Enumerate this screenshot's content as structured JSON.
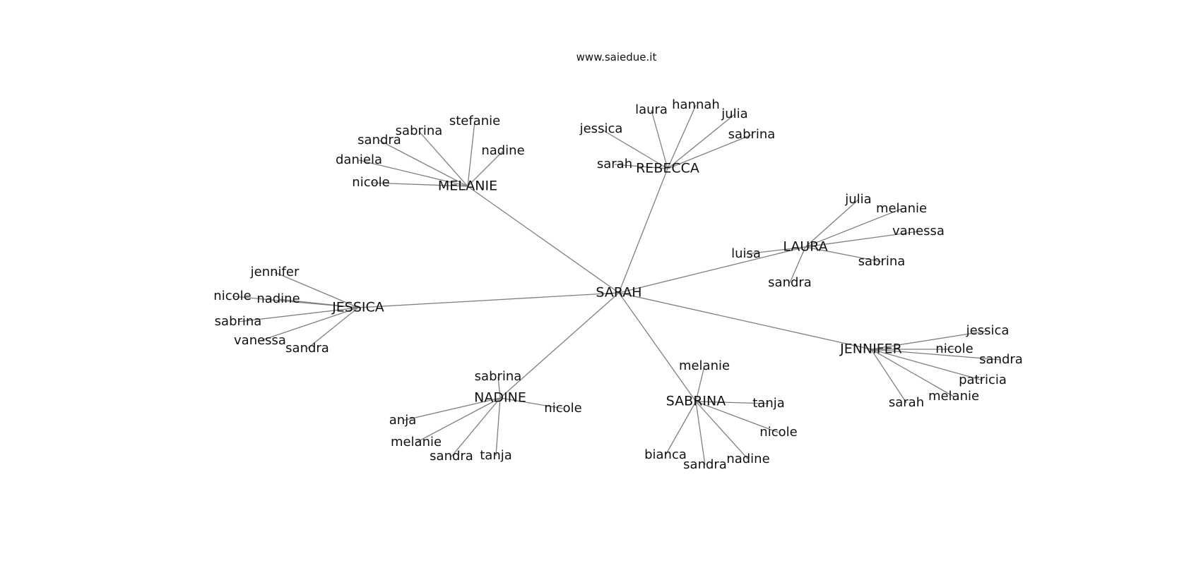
{
  "watermark": "www.saiedue.it",
  "center": "SARAH",
  "colors": {
    "edge": "#7f7f7f",
    "text": "#111111",
    "background": "#ffffff"
  },
  "groups": [
    {
      "hub": "MELANIE",
      "leaves": [
        "stefanie",
        "sabrina",
        "nadine",
        "sandra",
        "daniela",
        "nicole"
      ]
    },
    {
      "hub": "REBECCA",
      "leaves": [
        "laura",
        "hannah",
        "julia",
        "jessica",
        "sabrina",
        "sarah"
      ]
    },
    {
      "hub": "LAURA",
      "leaves": [
        "julia",
        "melanie",
        "vanessa",
        "luisa",
        "sabrina",
        "sandra"
      ]
    },
    {
      "hub": "JESSICA",
      "leaves": [
        "jennifer",
        "nicole",
        "nadine",
        "sabrina",
        "vanessa",
        "sandra"
      ]
    },
    {
      "hub": "JENNIFER",
      "leaves": [
        "jessica",
        "nicole",
        "sandra",
        "patricia",
        "melanie",
        "sarah"
      ]
    },
    {
      "hub": "NADINE",
      "leaves": [
        "sabrina",
        "nicole",
        "anja",
        "melanie",
        "sandra",
        "tanja"
      ]
    },
    {
      "hub": "SABRINA",
      "leaves": [
        "melanie",
        "tanja",
        "nicole",
        "bianca",
        "sandra",
        "nadine"
      ]
    }
  ]
}
